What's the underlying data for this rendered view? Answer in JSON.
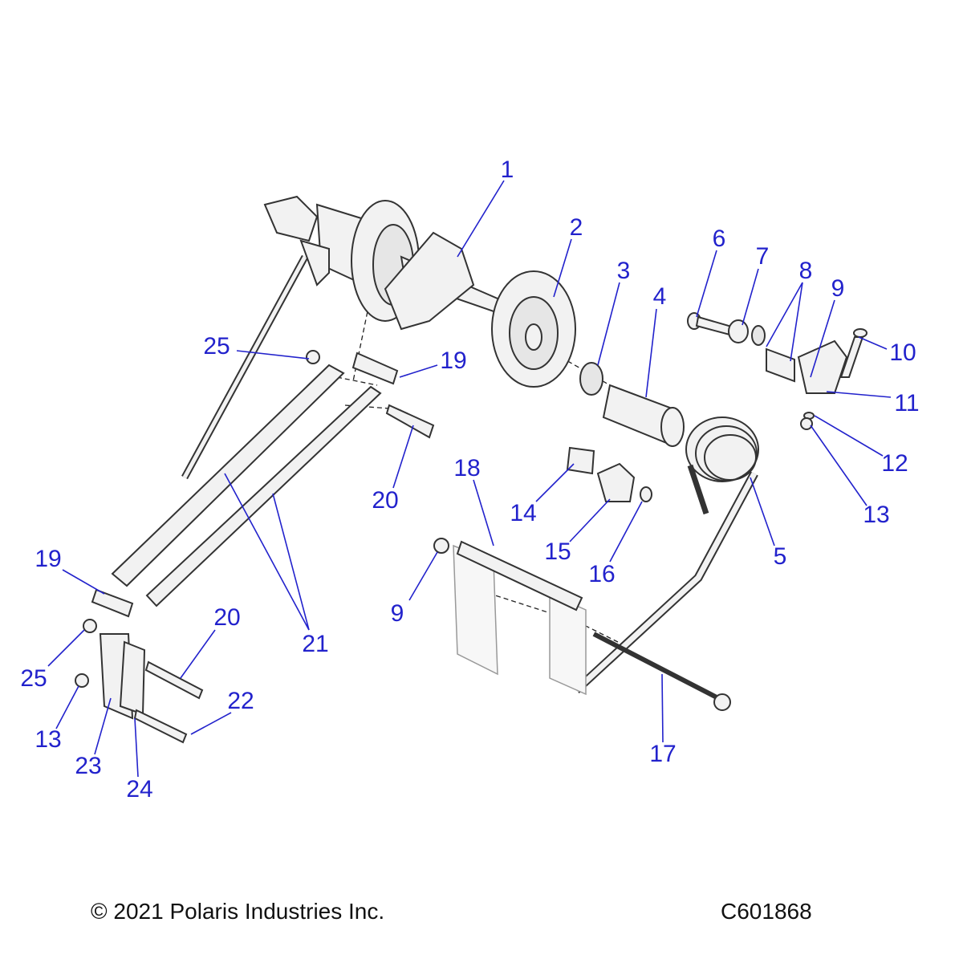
{
  "callouts": [
    "1",
    "2",
    "3",
    "4",
    "5",
    "6",
    "7",
    "8",
    "9",
    "10",
    "11",
    "12",
    "13",
    "14",
    "15",
    "16",
    "17",
    "18",
    "19",
    "20",
    "21",
    "22",
    "23",
    "24",
    "25"
  ],
  "footer": {
    "copyright": "© 2021 Polaris Industries Inc.",
    "diagram_id": "C601868"
  },
  "colors": {
    "callout": "#2222cc",
    "outline": "#333333"
  }
}
